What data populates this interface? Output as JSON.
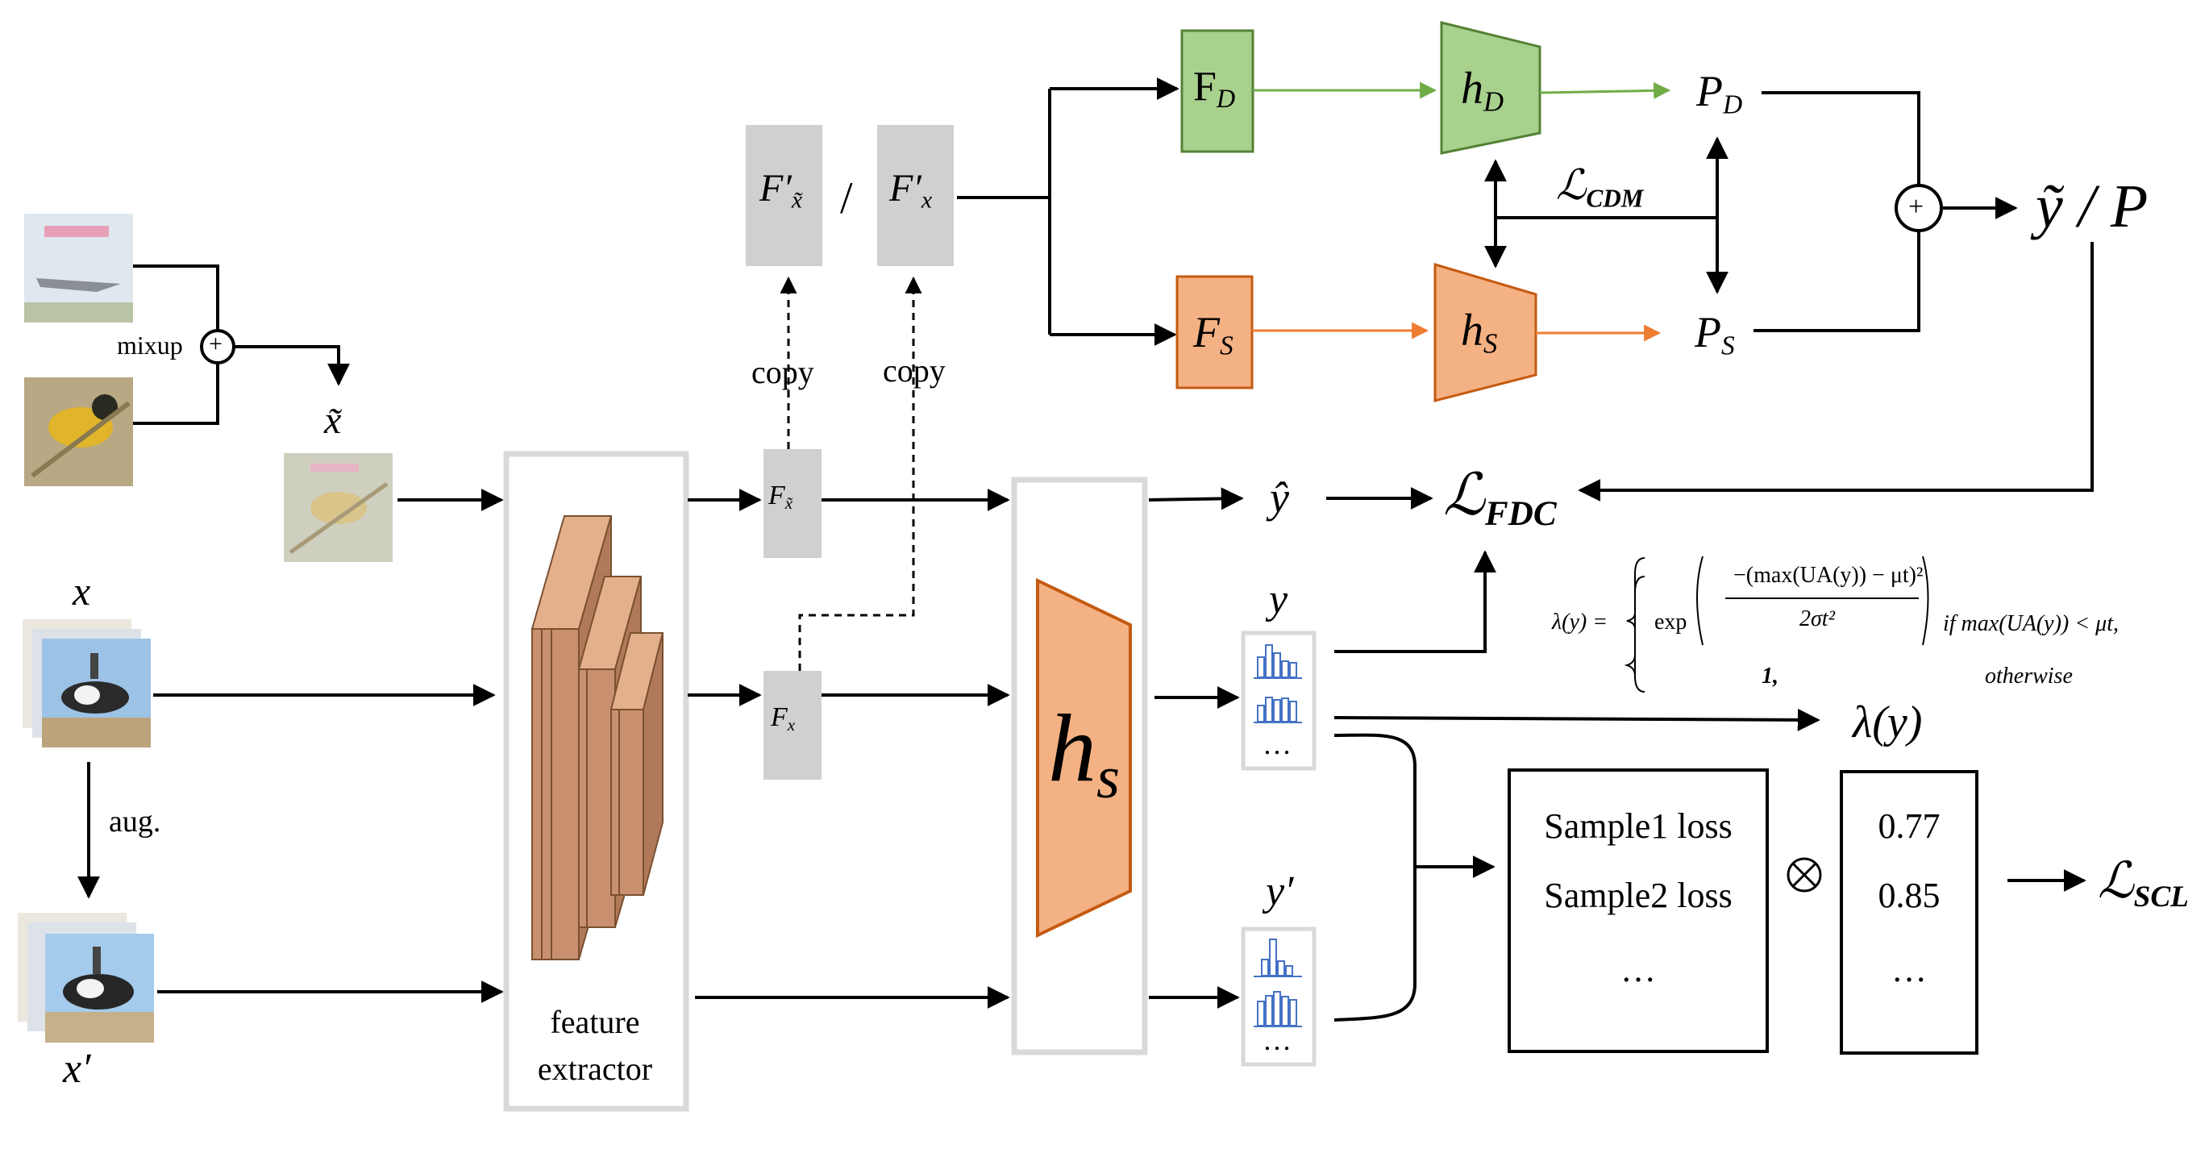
{
  "labels": {
    "mixup": "mixup",
    "x_tilde": "x̃",
    "x": "x",
    "x_prime": "x′",
    "aug": "aug.",
    "feature_extractor_line1": "feature",
    "feature_extractor_line2": "extractor",
    "copy_1": "copy",
    "copy_2": "copy",
    "slash": "/",
    "y_hat": "ŷ",
    "y": "y",
    "y_prime": "y′",
    "ellipsis": "…",
    "lambda_y": "λ(y)",
    "output": "ỹ / P",
    "plus": "+",
    "otimes": "⊗"
  },
  "blocks": {
    "F_D": {
      "base": "F",
      "sub": "D"
    },
    "h_D": {
      "base": "h",
      "sub": "D"
    },
    "P_D": {
      "base": "P",
      "sub": "D"
    },
    "F_S": {
      "base": "F",
      "sub": "S"
    },
    "h_S": {
      "base": "h",
      "sub": "S"
    },
    "P_S": {
      "base": "P",
      "sub": "S"
    },
    "h_s_main": {
      "base": "h",
      "sub": "s"
    },
    "F_x_tilde": {
      "base": "F",
      "sub": "x̃"
    },
    "F_x": {
      "base": "F",
      "sub": "x"
    },
    "F_prime_x_tilde": {
      "base": "F′",
      "sub": "x̃"
    },
    "F_prime_x": {
      "base": "F′",
      "sub": "x"
    }
  },
  "losses": {
    "cdm": {
      "base": "ℒ",
      "sub": "CDM"
    },
    "fdc": {
      "base": "ℒ",
      "sub": "FDC"
    },
    "scl": {
      "base": "ℒ",
      "sub": "SCL"
    }
  },
  "formula": {
    "lhs": "λ(y) =",
    "exp": "exp",
    "numerator": "−(max(UA(y)) − μt)²",
    "denominator": "2σt²",
    "cond1": "if   max(UA(y)) < μt,",
    "case2": "1,",
    "cond2": "otherwise"
  },
  "sample_losses": [
    "Sample1 loss",
    "Sample2 loss",
    "…"
  ],
  "weights": [
    "0.77",
    "0.85",
    "…"
  ],
  "colors": {
    "green_fill": "#a9d18e",
    "green_stroke": "#548235",
    "green_arrow": "#70ad47",
    "orange_fill": "#f4b183",
    "orange_stroke": "#c55a11",
    "orange_arrow": "#ed7d31",
    "gray_box": "#d0d0d0",
    "panel_border": "#d9d9d9",
    "layer_fill": "#c99070",
    "hist_blue": "#4472c4"
  }
}
